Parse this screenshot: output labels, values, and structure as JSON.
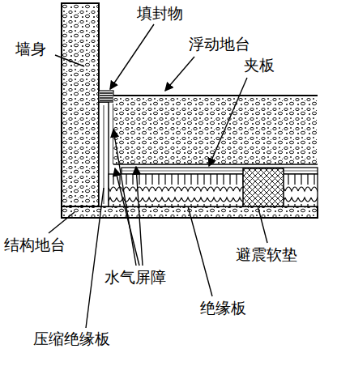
{
  "diagram": {
    "labels": [
      "填封物",
      "墙身",
      "浮动地台",
      "夹板",
      "结构地台",
      "避震软垫",
      "水气屏障",
      "绝缘板",
      "压缩绝缘板"
    ]
  }
}
